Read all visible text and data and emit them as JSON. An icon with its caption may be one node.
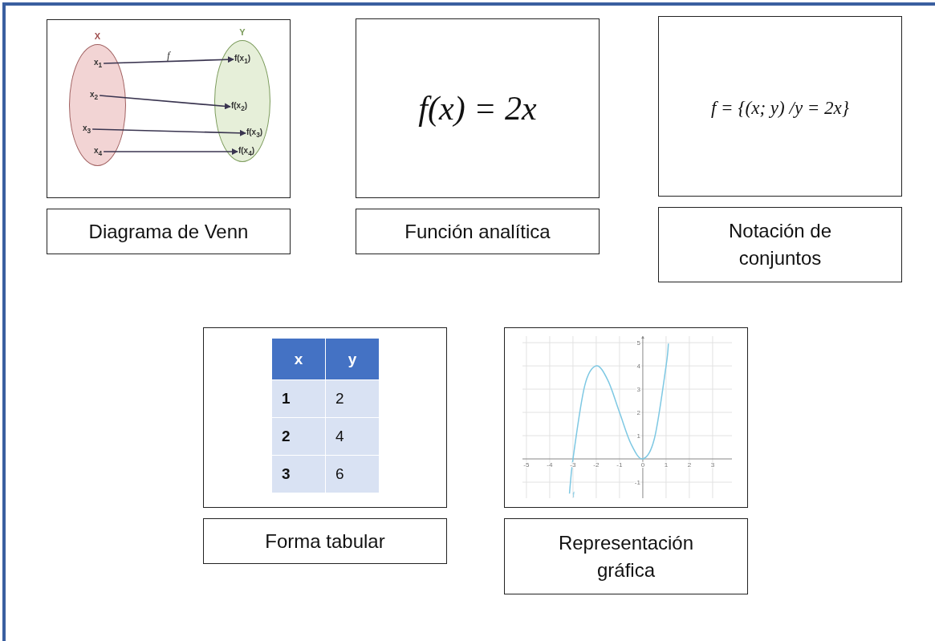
{
  "diagram": {
    "nodes": [
      {
        "text": [],
        "shape": "box"
      },
      {
        "text": [
          "X"
        ],
        "in": 0
      },
      {
        "text": [
          "x$_{1}$"
        ],
        "in": 1
      },
      {
        "text": [
          "x$_{2}$"
        ],
        "in": 1
      },
      {
        "text": [
          "x$_{3}$"
        ],
        "in": 1
      },
      {
        "text": [
          "x$_{4}$"
        ],
        "in": 1
      },
      {
        "text": [
          "Y"
        ],
        "in": 0
      },
      {
        "text": [
          "f(x$_{1}$)"
        ],
        "in": 6
      },
      {
        "text": [
          "f(x$_{2}$)"
        ],
        "in": 6
      },
      {
        "text": [
          "f(x$_{3}$)"
        ],
        "in": 6
      },
      {
        "text": [
          "f(x$_{4}$)"
        ],
        "in": 6
      },
      {
        "text": [
          "Diagrama de Venn"
        ]
      },
      {
        "text": [
          "f(x) = 2x"
        ]
      },
      {
        "text": [
          "Función analítica"
        ]
      },
      {
        "text": [
          "f = {(x; y) /y = 2x}"
        ]
      },
      {
        "text": [
          "Notación de conjuntos"
        ]
      },
      {
        "text": [],
        "shape": "box"
      },
      {
        "text": [
          "Forma tabular"
        ]
      },
      {
        "text": [],
        "shape": "box"
      },
      {
        "text": [
          "Representación gráfica"
        ]
      }
    ],
    "edges": [
      {
        "from": 2,
        "to": 7,
        "arrow": "to",
        "label": "f"
      },
      {
        "from": 3,
        "to": 8,
        "arrow": "to"
      },
      {
        "from": 4,
        "to": 9,
        "arrow": "to"
      },
      {
        "from": 5,
        "to": 10,
        "arrow": "to"
      }
    ],
    "labels": [
      "x",
      "y",
      "1",
      "2",
      "2",
      "4",
      "3",
      "6"
    ],
    "chart_data": {
      "type": "line",
      "x": [
        -3.15,
        -3,
        -2.5,
        -2,
        -1.5,
        -1,
        -0.5,
        0,
        0.5,
        1,
        1.1
      ],
      "series": [
        {
          "name": "f",
          "color": "#7ec8e3",
          "values": [
            -1.49,
            0,
            3.13,
            4,
            3.38,
            2,
            0.63,
            0,
            0.88,
            4,
            4.96
          ]
        }
      ],
      "xticks": [
        -5,
        -4,
        -3,
        -2,
        -1,
        0,
        1,
        2,
        3
      ],
      "yticks": [
        -1,
        1,
        2,
        3,
        4,
        5
      ],
      "xlim": [
        -5.17,
        3.83
      ],
      "ylim": [
        -1.69,
        5.28
      ],
      "grid": true
    }
  }
}
